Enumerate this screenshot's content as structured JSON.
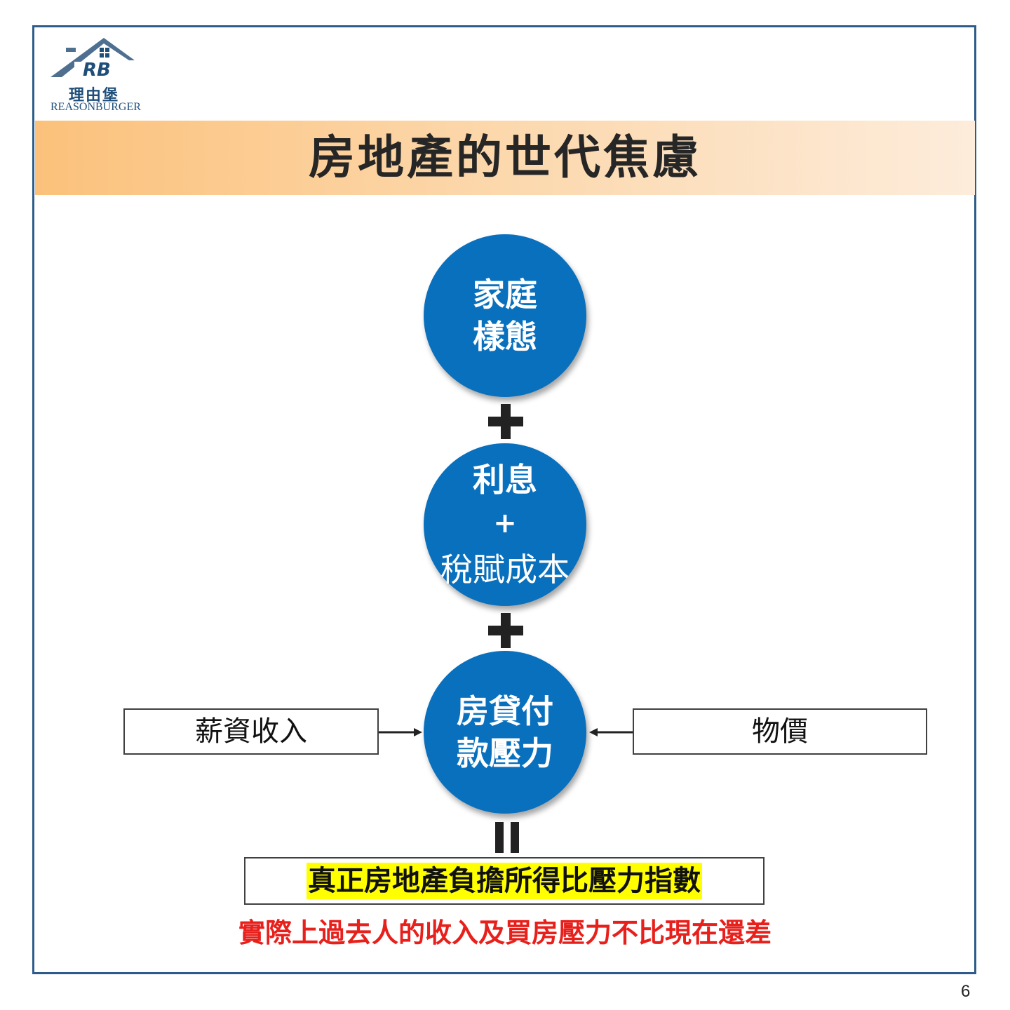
{
  "logo": {
    "mark": "RB",
    "name_cn": "理由堡",
    "name_en": "REASONBURGER"
  },
  "title": "房地產的世代焦慮",
  "circles": {
    "family": "家庭\n樣態",
    "interest_line1": "利息",
    "interest_plus": "+",
    "interest_line2": "稅賦成本",
    "mortgage": "房貸付\n款壓力"
  },
  "left_box": "薪資收入",
  "right_box": "物價",
  "result": "真正房地產負擔所得比壓力指數",
  "note": "實際上過去人的收入及買房壓力不比現在還差",
  "page_number": "6",
  "colors": {
    "circle": "#0970be",
    "title_bar": "#fbc17b",
    "highlight": "#ffff00",
    "note": "#e8201c",
    "frame": "#2e5c8a"
  }
}
